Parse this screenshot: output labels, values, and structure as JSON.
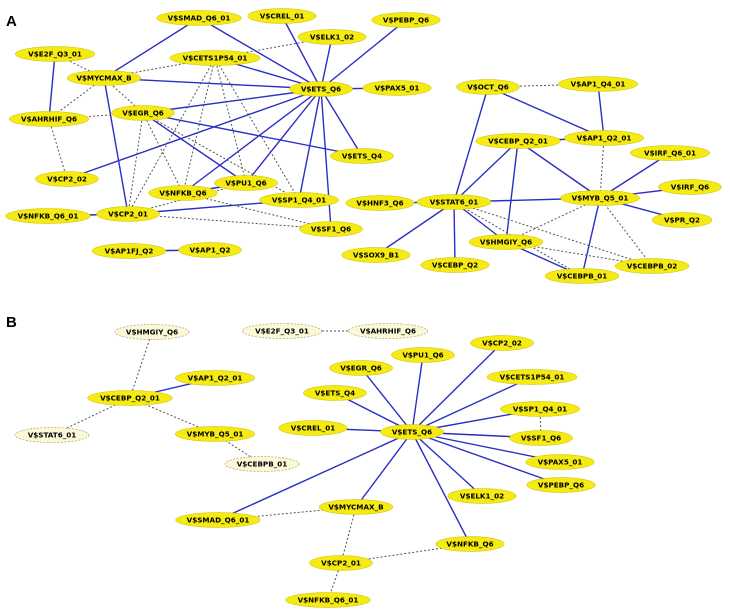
{
  "colors": {
    "node_fill": "#f5ea12",
    "node_faded_fill": "#fbf8d8",
    "solid_edge": "#2a2fc4",
    "dotted_edge": "#555555",
    "text": "#000000"
  },
  "panels": [
    {
      "label": "A",
      "nodes": [
        {
          "id": "SMAD",
          "label": "V$SMAD_Q6_01"
        },
        {
          "id": "CREL",
          "label": "V$CREL_01"
        },
        {
          "id": "PEBP",
          "label": "V$PEBP_Q6"
        },
        {
          "id": "E2F",
          "label": "V$E2F_Q3_01"
        },
        {
          "id": "CETS",
          "label": "V$CETS1P54_01"
        },
        {
          "id": "ELK1",
          "label": "V$ELK1_02"
        },
        {
          "id": "MYCMAX",
          "label": "V$MYCMAX_B"
        },
        {
          "id": "ETS6",
          "label": "V$ETS_Q6"
        },
        {
          "id": "PAX5",
          "label": "V$PAX5_01"
        },
        {
          "id": "AHRHIF",
          "label": "V$AHRHIF_Q6"
        },
        {
          "id": "EGR",
          "label": "V$EGR_Q6"
        },
        {
          "id": "ETS4",
          "label": "V$ETS_Q4"
        },
        {
          "id": "CP2_02",
          "label": "V$CP2_02"
        },
        {
          "id": "PU1",
          "label": "V$PU1_Q6"
        },
        {
          "id": "NFKB",
          "label": "V$NFKB_Q6"
        },
        {
          "id": "SP1",
          "label": "V$SP1_Q4_01"
        },
        {
          "id": "NFKB01",
          "label": "V$NFKB_Q6_01"
        },
        {
          "id": "CP2_01",
          "label": "V$CP2_01"
        },
        {
          "id": "SF1",
          "label": "V$SF1_Q6"
        },
        {
          "id": "AP1FJ",
          "label": "V$AP1FJ_Q2"
        },
        {
          "id": "AP1Q2",
          "label": "V$AP1_Q2"
        },
        {
          "id": "OCT",
          "label": "V$OCT_Q6"
        },
        {
          "id": "AP1Q401",
          "label": "V$AP1_Q4_01"
        },
        {
          "id": "CEBPQ201",
          "label": "V$CEBP_Q2_01"
        },
        {
          "id": "AP1Q201",
          "label": "V$AP1_Q2_01"
        },
        {
          "id": "IRF01",
          "label": "V$IRF_Q6_01"
        },
        {
          "id": "IRF",
          "label": "V$IRF_Q6"
        },
        {
          "id": "HNF3",
          "label": "V$HNF3_Q6"
        },
        {
          "id": "STAT6",
          "label": "V$STAT6_01"
        },
        {
          "id": "MYB",
          "label": "V$MYB_Q5_01"
        },
        {
          "id": "PR",
          "label": "V$PR_Q2"
        },
        {
          "id": "HMGIY",
          "label": "V$HMGIY_Q6"
        },
        {
          "id": "SOX9",
          "label": "V$SOX9_B1"
        },
        {
          "id": "CEBPQ2",
          "label": "V$CEBP_Q2"
        },
        {
          "id": "CEBPB01",
          "label": "V$CEBPB_01"
        },
        {
          "id": "CEBPB02",
          "label": "V$CEBPB_02"
        }
      ],
      "solid_edges": [
        [
          "ETS6",
          "SMAD"
        ],
        [
          "ETS6",
          "CREL"
        ],
        [
          "ETS6",
          "PEBP"
        ],
        [
          "ETS6",
          "CETS"
        ],
        [
          "ETS6",
          "ELK1"
        ],
        [
          "ETS6",
          "MYCMAX"
        ],
        [
          "ETS6",
          "PAX5"
        ],
        [
          "ETS6",
          "EGR"
        ],
        [
          "ETS6",
          "ETS4"
        ],
        [
          "ETS6",
          "CP2_02"
        ],
        [
          "ETS6",
          "PU1"
        ],
        [
          "ETS6",
          "NFKB"
        ],
        [
          "ETS6",
          "SP1"
        ],
        [
          "ETS6",
          "SF1"
        ],
        [
          "E2F",
          "AHRHIF"
        ],
        [
          "MYCMAX",
          "CP2_01"
        ],
        [
          "CP2_01",
          "NFKB01"
        ],
        [
          "CP2_01",
          "SP1"
        ],
        [
          "AP1FJ",
          "AP1Q2"
        ],
        [
          "SMAD",
          "MYCMAX"
        ],
        [
          "EGR",
          "ETS4"
        ],
        [
          "PU1",
          "NFKB"
        ],
        [
          "EGR",
          "PU1"
        ],
        [
          "OCT",
          "STAT6"
        ],
        [
          "OCT",
          "AP1Q201"
        ],
        [
          "AP1Q401",
          "AP1Q201"
        ],
        [
          "CEBPQ201",
          "AP1Q201"
        ],
        [
          "CEBPQ201",
          "STAT6"
        ],
        [
          "CEBPQ201",
          "MYB"
        ],
        [
          "CEBPQ201",
          "HMGIY"
        ],
        [
          "STAT6",
          "HNF3"
        ],
        [
          "STAT6",
          "MYB"
        ],
        [
          "STAT6",
          "SOX9"
        ],
        [
          "STAT6",
          "CEBPQ2"
        ],
        [
          "STAT6",
          "HMGIY"
        ],
        [
          "MYB",
          "IRF01"
        ],
        [
          "MYB",
          "IRF"
        ],
        [
          "MYB",
          "PR"
        ],
        [
          "MYB",
          "CEBPB01"
        ],
        [
          "HMGIY",
          "CEBPB01"
        ]
      ],
      "dotted_edges": [
        [
          "MYCMAX",
          "E2F"
        ],
        [
          "MYCMAX",
          "AHRHIF"
        ],
        [
          "MYCMAX",
          "EGR"
        ],
        [
          "MYCMAX",
          "CETS"
        ],
        [
          "EGR",
          "AHRHIF"
        ],
        [
          "AHRHIF",
          "CP2_02"
        ],
        [
          "CETS",
          "ELK1"
        ],
        [
          "CETS",
          "NFKB"
        ],
        [
          "CETS",
          "PU1"
        ],
        [
          "CETS",
          "SP1"
        ],
        [
          "CETS",
          "CP2_01"
        ],
        [
          "EGR",
          "NFKB"
        ],
        [
          "EGR",
          "CP2_01"
        ],
        [
          "EGR",
          "SP1"
        ],
        [
          "CP2_01",
          "SF1"
        ],
        [
          "CP2_01",
          "PU1"
        ],
        [
          "NFKB",
          "SF1"
        ],
        [
          "OCT",
          "AP1Q401"
        ],
        [
          "AP1Q201",
          "MYB"
        ],
        [
          "STAT6",
          "CEBPB02"
        ],
        [
          "STAT6",
          "CEBPB01"
        ],
        [
          "HMGIY",
          "CEBPB02"
        ],
        [
          "MYB",
          "CEBPB02"
        ],
        [
          "MYB",
          "HMGIY"
        ]
      ]
    },
    {
      "label": "B",
      "nodes": [
        {
          "id": "HMGIY",
          "label": "V$HMGIY_Q6",
          "faded": true
        },
        {
          "id": "E2F",
          "label": "V$E2F_Q3_01",
          "faded": true
        },
        {
          "id": "AHRHIF",
          "label": "V$AHRHIF_Q6",
          "faded": true
        },
        {
          "id": "AP1Q201",
          "label": "V$AP1_Q2_01"
        },
        {
          "id": "CEBPQ201",
          "label": "V$CEBP_Q2_01"
        },
        {
          "id": "STAT6",
          "label": "V$STAT6_01",
          "faded": true
        },
        {
          "id": "MYB",
          "label": "V$MYB_Q5_01"
        },
        {
          "id": "CEBPB01",
          "label": "V$CEBPB_01",
          "faded": true
        },
        {
          "id": "PU1",
          "label": "V$PU1_Q6"
        },
        {
          "id": "CP2_02",
          "label": "V$CP2_02"
        },
        {
          "id": "EGR",
          "label": "V$EGR_Q6"
        },
        {
          "id": "CETS",
          "label": "V$CETS1P54_01"
        },
        {
          "id": "ETS4",
          "label": "V$ETS_Q4"
        },
        {
          "id": "SP1",
          "label": "V$SP1_Q4_01"
        },
        {
          "id": "CREL",
          "label": "V$CREL_01"
        },
        {
          "id": "ETS6",
          "label": "V$ETS_Q6"
        },
        {
          "id": "SF1",
          "label": "V$SF1_Q6"
        },
        {
          "id": "PAX5",
          "label": "V$PAX5_01"
        },
        {
          "id": "PEBP",
          "label": "V$PEBP_Q6"
        },
        {
          "id": "ELK1",
          "label": "V$ELK1_02"
        },
        {
          "id": "SMAD",
          "label": "V$SMAD_Q6_01"
        },
        {
          "id": "MYCMAX",
          "label": "V$MYCMAX_B"
        },
        {
          "id": "NFKB",
          "label": "V$NFKB_Q6"
        },
        {
          "id": "CP2_01",
          "label": "V$CP2_01"
        },
        {
          "id": "NFKB01",
          "label": "V$NFKB_Q6_01"
        }
      ],
      "solid_edges": [
        [
          "CEBPQ201",
          "AP1Q201"
        ],
        [
          "ETS6",
          "PU1"
        ],
        [
          "ETS6",
          "CP2_02"
        ],
        [
          "ETS6",
          "EGR"
        ],
        [
          "ETS6",
          "CETS"
        ],
        [
          "ETS6",
          "ETS4"
        ],
        [
          "ETS6",
          "SP1"
        ],
        [
          "ETS6",
          "CREL"
        ],
        [
          "ETS6",
          "SF1"
        ],
        [
          "ETS6",
          "PAX5"
        ],
        [
          "ETS6",
          "PEBP"
        ],
        [
          "ETS6",
          "ELK1"
        ],
        [
          "ETS6",
          "SMAD"
        ],
        [
          "ETS6",
          "MYCMAX"
        ],
        [
          "ETS6",
          "NFKB"
        ]
      ],
      "dotted_edges": [
        [
          "CEBPQ201",
          "HMGIY"
        ],
        [
          "CEBPQ201",
          "STAT6"
        ],
        [
          "CEBPQ201",
          "MYB"
        ],
        [
          "MYB",
          "CEBPB01"
        ],
        [
          "E2F",
          "AHRHIF"
        ],
        [
          "SP1",
          "SF1"
        ],
        [
          "SMAD",
          "MYCMAX"
        ],
        [
          "MYCMAX",
          "CP2_01"
        ],
        [
          "CP2_01",
          "NFKB"
        ],
        [
          "CP2_01",
          "NFKB01"
        ]
      ]
    }
  ]
}
